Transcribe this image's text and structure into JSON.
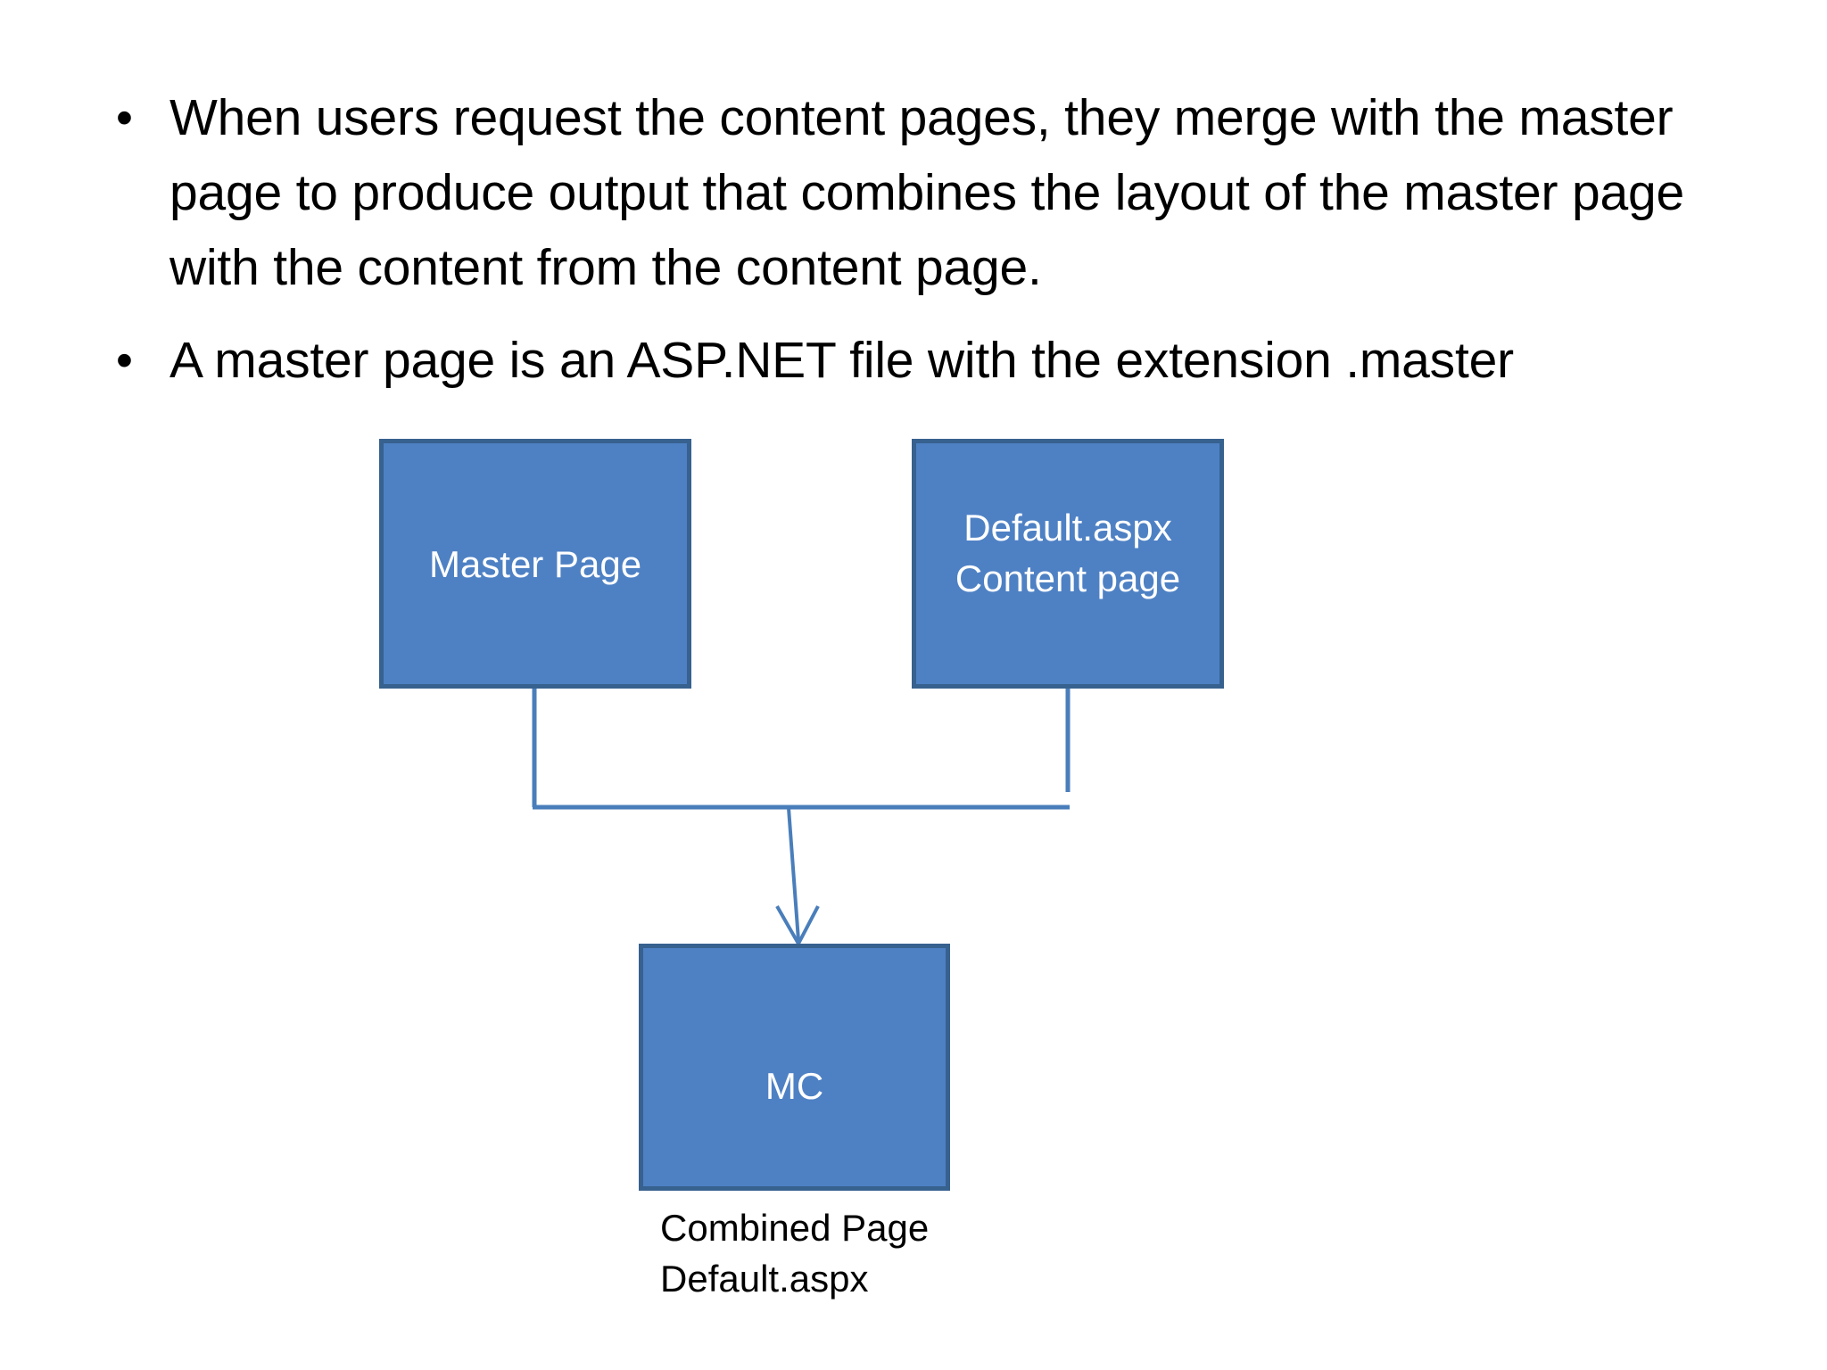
{
  "slide": {
    "background_color": "#FFFFFF",
    "bullets": [
      {
        "marker": "•",
        "text": "When users request the content pages, they merge with the master page to produce output that combines the layout of the master page with the content from the content page."
      },
      {
        "marker": "•",
        "text": "A master page is an ASP.NET file with the extension .master"
      }
    ]
  },
  "diagram": {
    "type": "flow",
    "fill_color": "#4E81C4",
    "border_color": "#37618E",
    "connector_color": "#4A7EBB",
    "label_color": "#FFFFFF",
    "nodes": [
      {
        "id": "master",
        "label": "Master Page"
      },
      {
        "id": "content",
        "label": "Default.aspx\nContent page"
      },
      {
        "id": "combined",
        "label": "MC"
      }
    ],
    "caption": "Combined Page\nDefault.aspx",
    "edges": [
      {
        "from": "master",
        "to": "combined"
      },
      {
        "from": "content",
        "to": "combined"
      }
    ]
  }
}
